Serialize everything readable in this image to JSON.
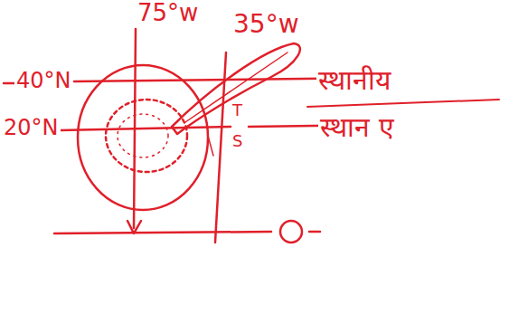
{
  "diagram": {
    "labels": [
      "75°w",
      "35°w",
      "40°N",
      "20°N",
      "T",
      "S",
      "स्थानीय",
      "स्थान ए"
    ]
  }
}
